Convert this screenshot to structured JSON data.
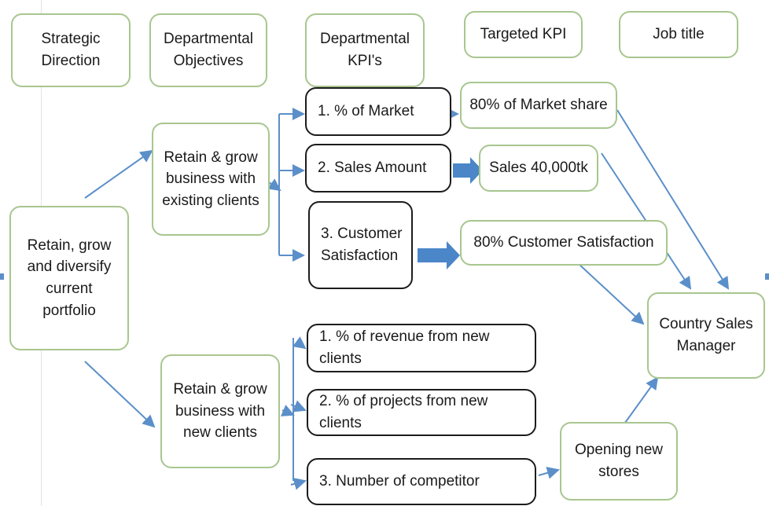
{
  "headers": {
    "strategic_direction": "Strategic\nDirection",
    "departmental_objectives": "Departmental\nObjectives",
    "departmental_kpis": "Departmental\nKPI's",
    "targeted_kpi": "Targeted KPI",
    "job_title": "Job title"
  },
  "strategy": "Retain, grow\nand diversify\ncurrent\nportfolio",
  "objectives": {
    "existing": "Retain & grow\nbusiness with\nexisting clients",
    "new": "Retain & grow\nbusiness with\nnew clients"
  },
  "kpis_existing": [
    "1.  % of Market",
    "2.  Sales Amount",
    "3.  Customer\nSatisfaction"
  ],
  "kpis_new": [
    "1.  % of revenue from new clients",
    "2.  % of projects from new clients",
    "3.  Number of competitor"
  ],
  "targets": {
    "market_share": "80% of Market share",
    "sales": "Sales 40,000tk",
    "satisfaction": "80%  Customer Satisfaction",
    "stores": "Opening new\nstores"
  },
  "job_title": "Country Sales\nManager",
  "colors": {
    "green_border": "#a8c68f",
    "arrow_blue": "#5b8fc9",
    "kpi_border": "#1c1c1c"
  }
}
